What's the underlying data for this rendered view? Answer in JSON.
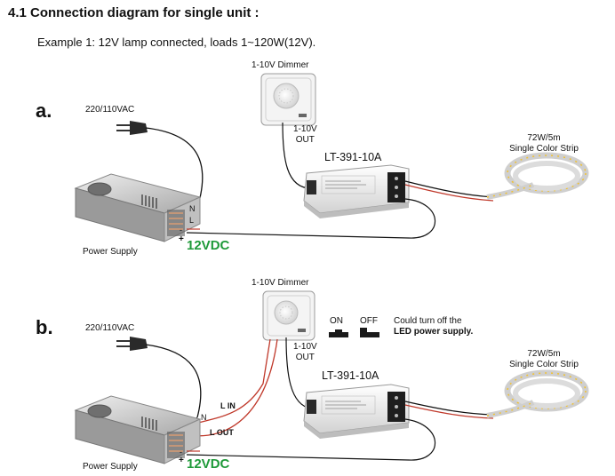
{
  "heading": "4.1 Connection diagram for single unit :",
  "example": "Example 1: 12V lamp connected, loads 1~120W(12V).",
  "diagram_a": {
    "label": "a.",
    "dimmer": "1-10V Dimmer",
    "dimmer_out_1": "1-10V",
    "dimmer_out_2": "OUT",
    "mains": "220/110VAC",
    "controller": "LT-391-10A",
    "strip_1": "72W/5m",
    "strip_2": "Single Color Strip",
    "psu": "Power Supply",
    "psu_n": "N",
    "psu_l": "L",
    "psu_plus": "+",
    "psu_minus": "-",
    "vdc": "12VDC"
  },
  "diagram_b": {
    "label": "b.",
    "dimmer": "1-10V Dimmer",
    "dimmer_out_1": "1-10V",
    "dimmer_out_2": "OUT",
    "mains": "220/110VAC",
    "on": "ON",
    "off": "OFF",
    "note_1": "Could turn off the",
    "note_2": "LED power supply.",
    "controller": "LT-391-10A",
    "strip_1": "72W/5m",
    "strip_2": "Single Color Strip",
    "psu": "Power Supply",
    "psu_n": "N",
    "l_in": "L  IN",
    "l_out": "L OUT",
    "psu_plus": "+",
    "psu_minus": "-",
    "vdc": "12VDC"
  }
}
